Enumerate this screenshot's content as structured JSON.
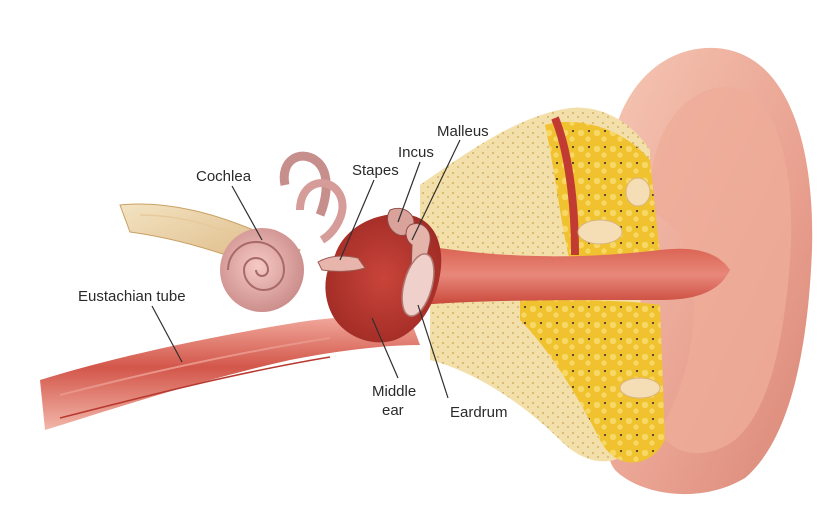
{
  "diagram": {
    "labels": {
      "cochlea": "Cochlea",
      "stapes": "Stapes",
      "incus": "Incus",
      "malleus": "Malleus",
      "eustachian_tube": "Eustachian tube",
      "middle_ear_line1": "Middle",
      "middle_ear_line2": "ear",
      "eardrum": "Eardrum"
    }
  }
}
